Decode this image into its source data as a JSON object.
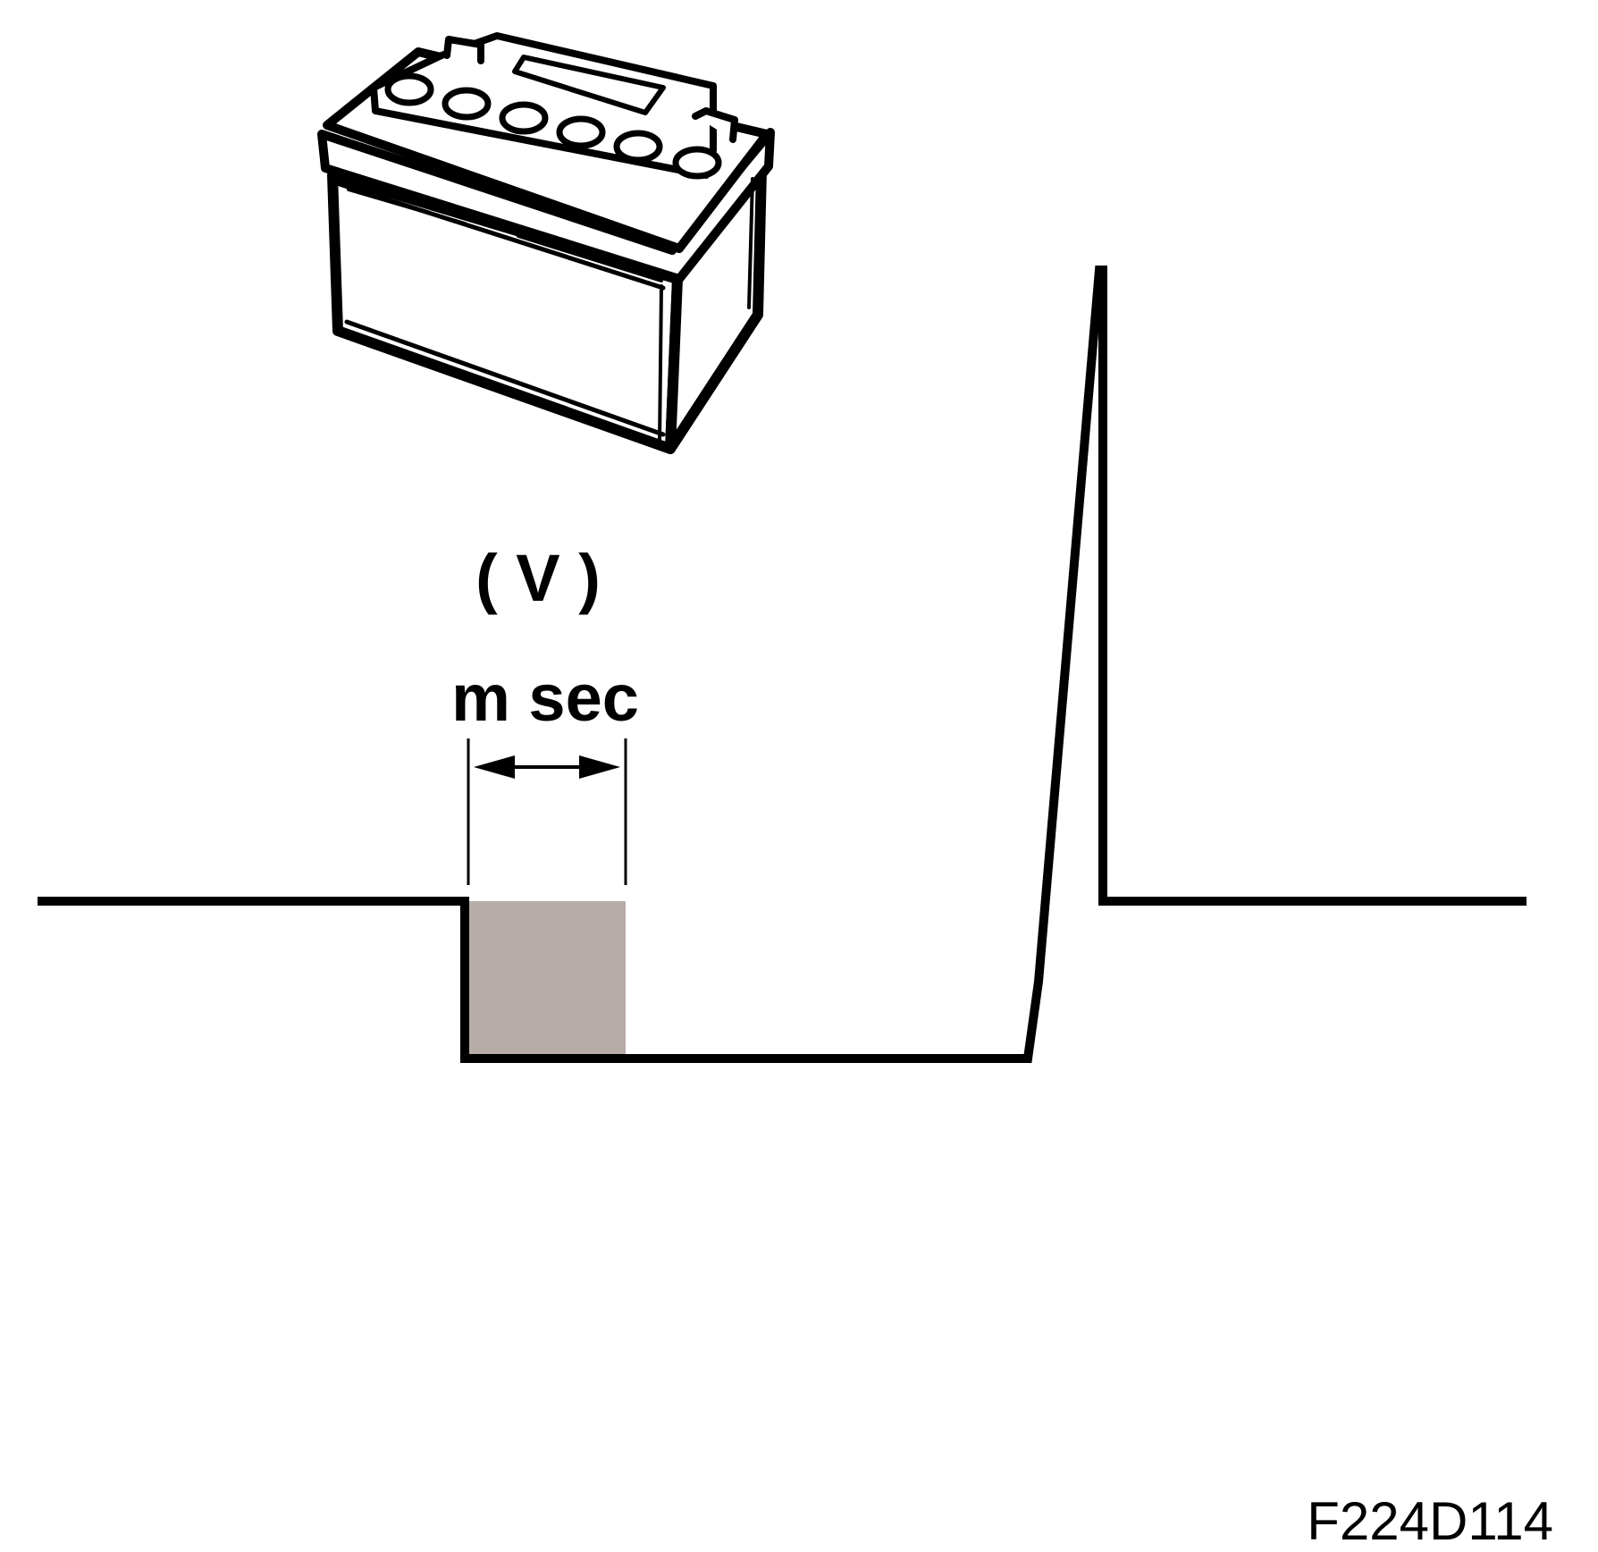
{
  "diagram": {
    "unit_label": "( V )",
    "time_label": "m sec",
    "figure_code": "F224D114",
    "icons": {
      "battery": "car-battery-icon",
      "arrow": "double-headed-arrow-icon"
    },
    "colors": {
      "line": "#000000",
      "shaded_interval": "#b8aca8",
      "background": "#ffffff"
    }
  }
}
